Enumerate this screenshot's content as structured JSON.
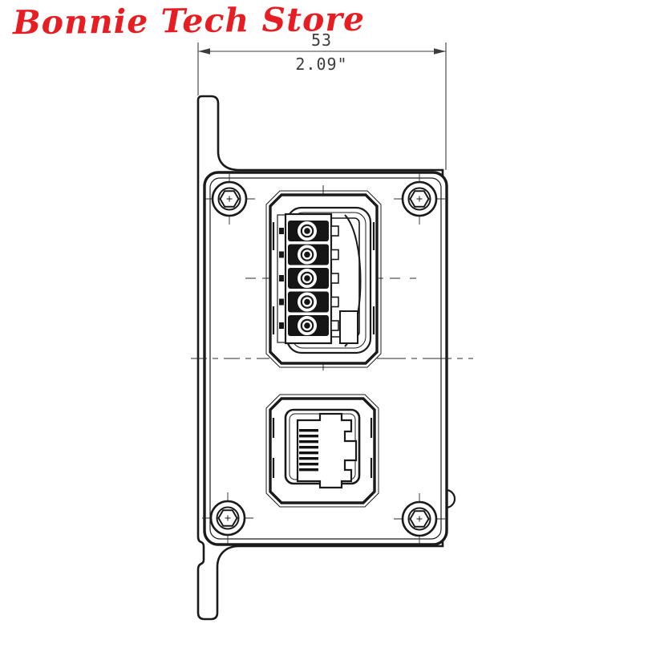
{
  "watermark": {
    "text": "Bonnie Tech Store",
    "color": "#e71d24"
  },
  "dimension": {
    "mm": "53",
    "inch": "2.09\""
  },
  "drawing": {
    "line_color": "#1a1a1a",
    "background_color": "#ffffff",
    "components": {
      "bracket": "mounting-bracket",
      "plate": "front-panel-plate",
      "screws": [
        "screw-top-left",
        "screw-top-right",
        "screw-bottom-left",
        "screw-bottom-right"
      ],
      "connector_top": "terminal-block-5pin",
      "connector_bottom": "rj45-ethernet-jack",
      "side_feature": "right-edge-bump"
    }
  }
}
